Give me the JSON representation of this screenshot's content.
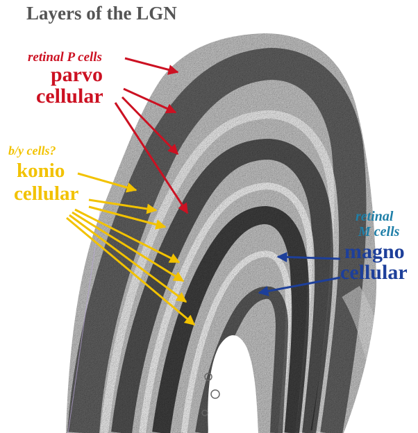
{
  "figure": {
    "title": "Layers of the LGN",
    "parvo": {
      "subtitle": "retinal P cells",
      "line1": "parvo",
      "line2": "cellular",
      "color": "#cc1122"
    },
    "konio": {
      "subtitle": "b/y cells?",
      "line1": "konio",
      "line2": "cellular",
      "color": "#f2c200"
    },
    "magno": {
      "subtitle_line1": "retinal",
      "subtitle_line2": "M cells",
      "line1": "magno",
      "line2": "cellular",
      "subtitle_color": "#1f7fa8",
      "color": "#1d3f9a"
    },
    "title_color": "#555555",
    "tissue_fill": "#bdbdbd",
    "tissue_dark": "#1a1a1a",
    "tissue_light": "#f4f4f4",
    "arrow_counts": {
      "parvo": 4,
      "konio": 7,
      "magno": 2
    }
  }
}
